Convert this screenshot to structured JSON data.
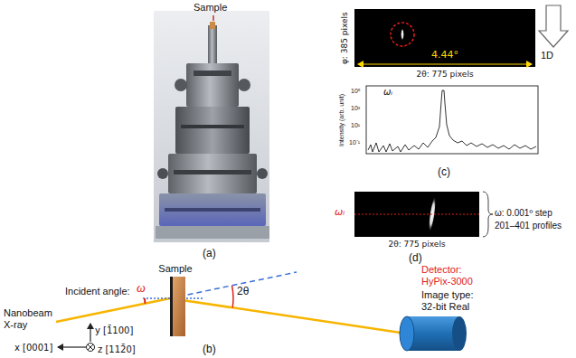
{
  "diagram": {
    "nodes": [
      {
        "text": [
          "4.44°"
        ]
      },
      {
        "text": [
          "Sample"
        ]
      },
      {
        "text": [
          "Detector: HyPix-3000",
          "Image type: 32-bit Real"
        ]
      }
    ],
    "labels": [
      "Sample",
      "(a)",
      "Incident angle:",
      "ω",
      "2θ",
      "Nanobeam X-ray",
      "x [0001]",
      "y [1̄100]",
      "z [112̄0]",
      "(b)",
      "φ: 385 pixels",
      "2θ: 775 pixels",
      "1D",
      "ωᵢ",
      "Intensity (arb. unit)",
      "10⁵",
      "10³",
      "10¹",
      "10⁻¹",
      "(c)",
      "ωᵢ",
      "2θ: 775 pixels",
      "ω: 0.001º step",
      "201–401 profiles",
      "(d)"
    ]
  }
}
